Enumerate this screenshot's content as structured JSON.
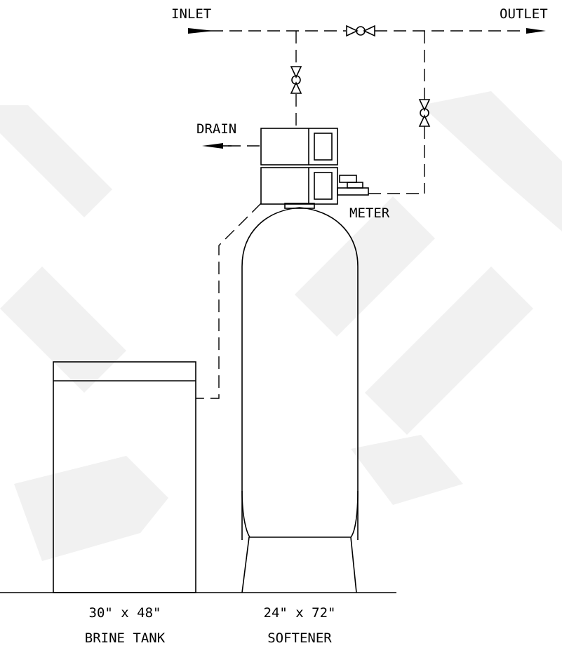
{
  "labels": {
    "inlet": "INLET",
    "outlet": "OUTLET",
    "drain": "DRAIN",
    "meter": "METER",
    "brine_size": "30\" x 48\"",
    "brine_name": "BRINE TANK",
    "softener_size": "24\" x 72\"",
    "softener_name": "SOFTENER"
  },
  "watermark_color": "#f1f1f1",
  "line_color": "#000000"
}
